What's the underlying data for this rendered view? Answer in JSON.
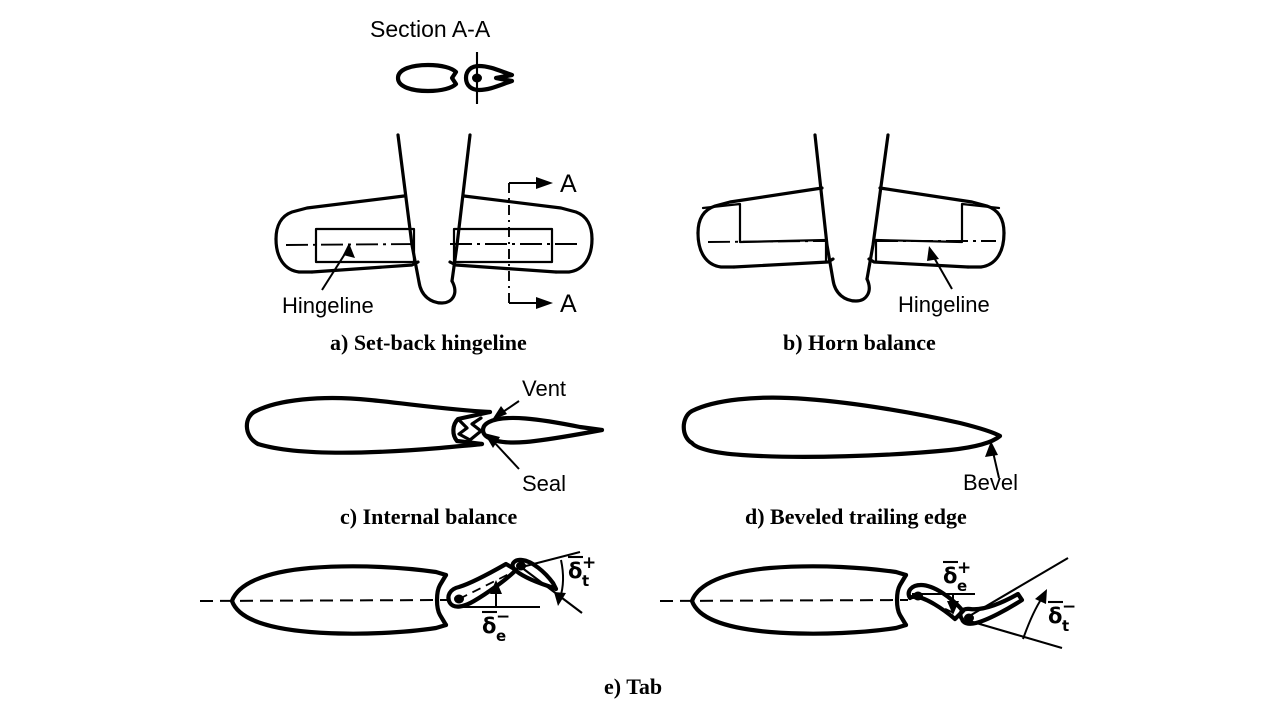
{
  "figure": {
    "background_color": "#ffffff",
    "line_color": "#000000",
    "section_title": "Section A-A",
    "overall_caption": "e) Tab"
  },
  "section_view": {
    "title": "Section A-A",
    "parts": [
      "wing-section",
      "control-surface-section",
      "hinge-axis"
    ]
  },
  "panels": [
    {
      "id": "a",
      "caption": "a) Set-back hingeline",
      "annotations": [
        {
          "name": "hingeline",
          "label": "Hingeline"
        },
        {
          "name": "section-cut-top",
          "label": "A"
        },
        {
          "name": "section-cut-bottom",
          "label": "A"
        }
      ]
    },
    {
      "id": "b",
      "caption": "b) Horn balance",
      "annotations": [
        {
          "name": "hingeline",
          "label": "Hingeline"
        }
      ]
    },
    {
      "id": "c",
      "caption": "c) Internal balance",
      "annotations": [
        {
          "name": "vent",
          "label": "Vent"
        },
        {
          "name": "seal",
          "label": "Seal"
        }
      ]
    },
    {
      "id": "d",
      "caption": "d) Beveled trailing edge",
      "annotations": [
        {
          "name": "bevel",
          "label": "Bevel"
        }
      ]
    },
    {
      "id": "e",
      "caption": "e) Tab",
      "subpanels": [
        {
          "id": "e-left",
          "symbols": [
            {
              "name": "tab-deflection-positive",
              "glyph": "δ",
              "overbar": true,
              "superscript": "+",
              "subscript": "t"
            },
            {
              "name": "elevator-deflection-negative",
              "glyph": "δ",
              "overbar": true,
              "superscript": "−",
              "subscript": "e"
            }
          ]
        },
        {
          "id": "e-right",
          "symbols": [
            {
              "name": "elevator-deflection-positive",
              "glyph": "δ",
              "overbar": true,
              "superscript": "+",
              "subscript": "e"
            },
            {
              "name": "tab-deflection-negative",
              "glyph": "δ",
              "overbar": true,
              "superscript": "−",
              "subscript": "t"
            }
          ]
        }
      ]
    }
  ]
}
